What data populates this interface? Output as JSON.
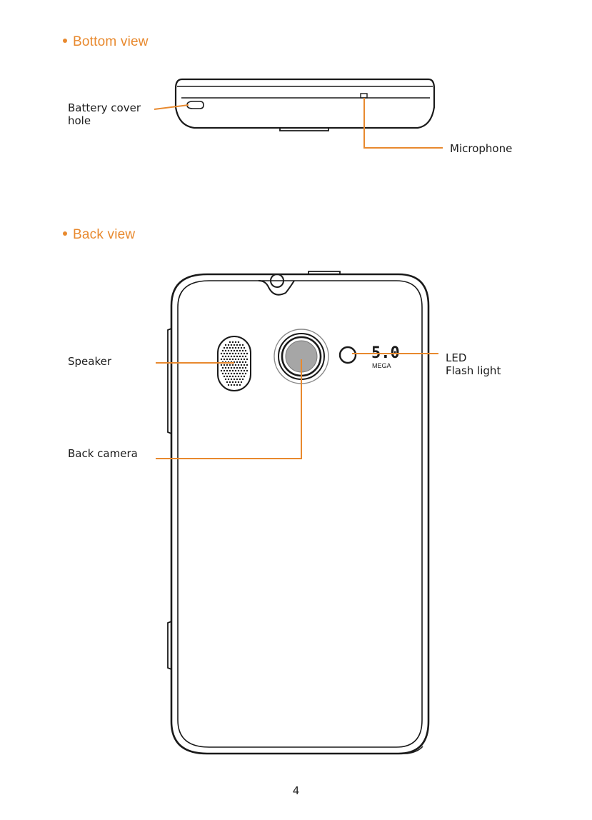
{
  "bottom_view": {
    "heading": "Bottom view",
    "labels": {
      "battery_cover_hole": "Battery cover\nhole",
      "microphone": "Microphone"
    }
  },
  "back_view": {
    "heading": "Back view",
    "labels": {
      "speaker": "Speaker",
      "led_flash": "LED\nFlash light",
      "back_camera": "Back camera"
    },
    "camera_badge": {
      "megapixels": "5.0",
      "unit": "MEGA"
    }
  },
  "page_number": "4",
  "colors": {
    "accent": "#e8892e",
    "line": "#1a1a1a"
  }
}
